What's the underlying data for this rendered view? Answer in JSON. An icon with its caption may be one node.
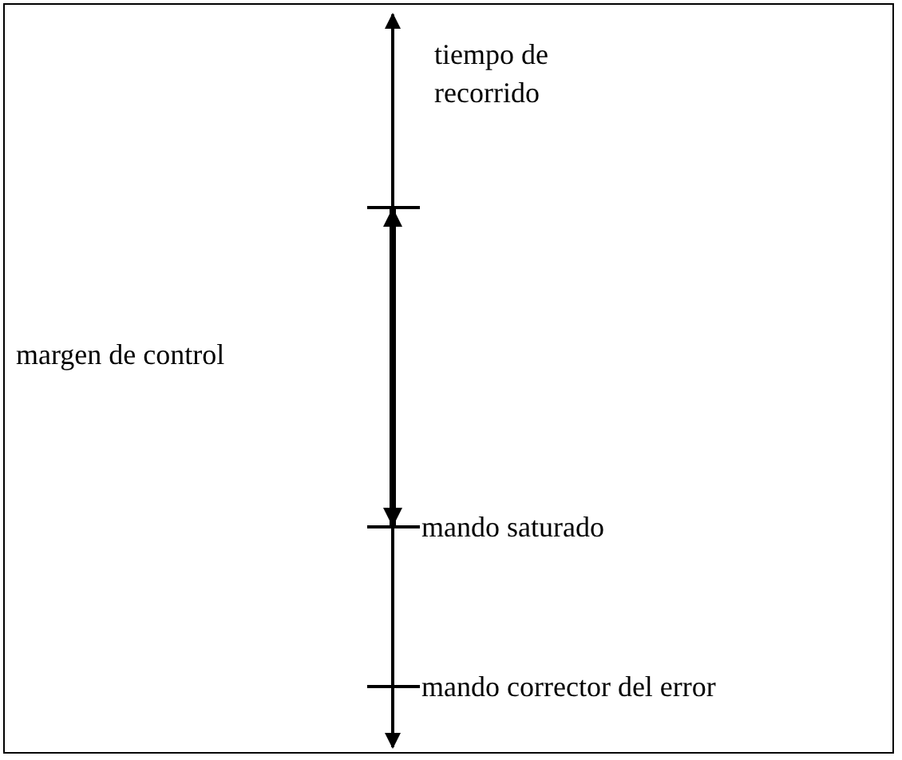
{
  "diagram": {
    "labels": [
      "tiempo de recorrido",
      "margen de control",
      "mando saturado",
      "mando corrector del error"
    ]
  }
}
